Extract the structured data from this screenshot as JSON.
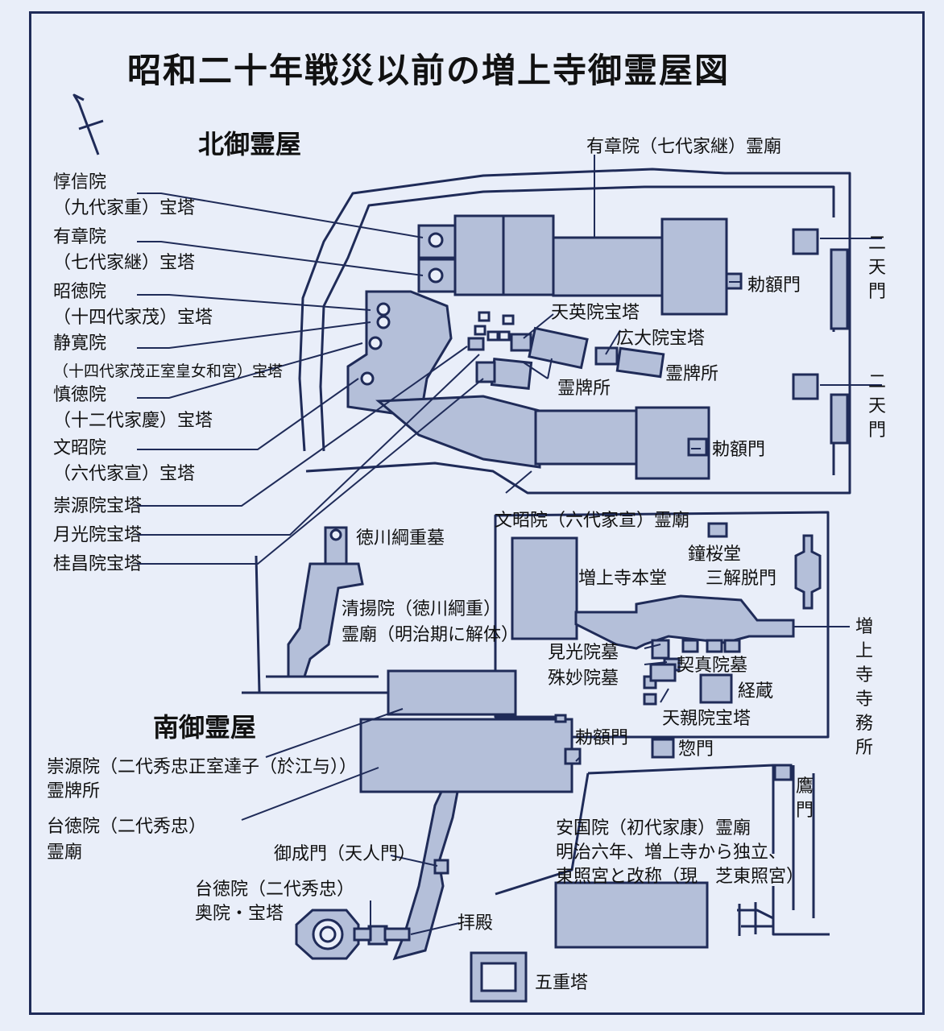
{
  "title": "昭和二十年戦災以前の増上寺御霊屋図",
  "north_area": "北御霊屋",
  "south_area": "南御霊屋",
  "compass": "north-arrow-icon",
  "colors": {
    "paper": "#e9eef9",
    "ink": "#1f2b58",
    "fill": "#b4bfd9"
  },
  "left_labels": [
    {
      "line1": "惇信院",
      "line2": "（九代家重）宝塔"
    },
    {
      "line1": "有章院",
      "line2": "（七代家継）宝塔"
    },
    {
      "line1": "昭徳院",
      "line2": "（十四代家茂）宝塔"
    },
    {
      "line1": "静寛院",
      "line2": "（十四代家茂正室皇女和宮）宝塔"
    },
    {
      "line1": "慎徳院",
      "line2": "（十二代家慶）宝塔"
    },
    {
      "line1": "文昭院",
      "line2": "（六代家宣）宝塔"
    },
    {
      "line1": "崇源院宝塔"
    },
    {
      "line1": "月光院宝塔"
    },
    {
      "line1": "桂昌院宝塔"
    }
  ],
  "labels": {
    "yushoin_mausoleum": "有章院（七代家継）霊廟",
    "chokugakumon": "勅額門",
    "tenei": "天英院宝塔",
    "kodai": "広大院宝塔",
    "reihaisho": "霊牌所",
    "nitenmon": "二天門",
    "bunshoin_mausoleum": "文昭院（六代家宣）霊廟",
    "tsunashige_grave": "徳川綱重墓",
    "seiyoin": "清揚院（徳川綱重）",
    "seiyoin2": "霊廟（明治期に解体）",
    "honndo": "増上寺本堂",
    "shoro": "鐘桜堂",
    "sangedatsumon": "三解脱門",
    "jimusho": "増上寺寺務所",
    "kenkoin": "見光院墓",
    "shumyoin": "殊妙院墓",
    "keishinin": "契真院墓",
    "kyozo": "経蔵",
    "tenshinin": "天親院宝塔",
    "somon": "惣門",
    "sugenin_reihai": "崇源院（二代秀忠正室達子（於江与））",
    "sugenin_reihai2": "霊牌所",
    "taitokuin": "台徳院（二代秀忠）",
    "taitokuin2": "霊廟",
    "onarimon": "御成門（天人門）",
    "taitokuin_okuin": "台徳院（二代秀忠）",
    "taitokuin_okuin2": "奥院・宝塔",
    "haiden": "拝殿",
    "gojunoto": "五重塔",
    "takamon": "鷹門",
    "ankokuin1": "安国院（初代家康）霊廟",
    "ankokuin2": "明治六年、増上寺から独立、",
    "ankokuin3": "東照宮と改称（現　芝東照宮）"
  }
}
